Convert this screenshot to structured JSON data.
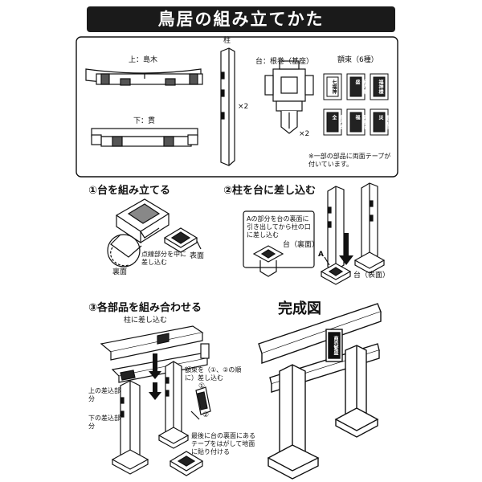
{
  "title": "鳥居の組み立てかた",
  "parts": {
    "top_beam": "上：島木",
    "bottom_beam": "下：貫",
    "pillar": "柱",
    "pillar_count": "×2",
    "base": "台：根巻（基座）",
    "base_count": "×2",
    "plaque": "額束（6種）",
    "plaques": [
      "七福神",
      "商売繁盛",
      "福神様",
      "家内安全",
      "開運招福",
      "無病息災"
    ],
    "tape_note": "※一部の部品に両面テープが付いています。"
  },
  "step1": {
    "heading": "①台を組み立てる",
    "front": "表面",
    "back": "裏面",
    "dotted_note": "点線部分を中に差し込む"
  },
  "step2": {
    "heading": "②柱を台に差し込む",
    "instruction": "Aの部分を台の裏面に引き出してから柱の口に差し込む",
    "base_back": "台（裏面）",
    "base_front": "台（表面）",
    "marker": "A"
  },
  "step3": {
    "heading": "③各部品を組み合わせる",
    "insert_pillar": "柱に差し込む",
    "plaque_note": "額束を（①、②の順に）差し込む",
    "upper_slot": "上の差込部分",
    "lower_slot": "下の差込部分",
    "final_note": "最後に台の裏面にあるテープをはがして地面に貼り付ける",
    "circle1": "①",
    "circle2": "②"
  },
  "completed": {
    "heading": "完成図",
    "plaque_text": "商売繁盛"
  }
}
